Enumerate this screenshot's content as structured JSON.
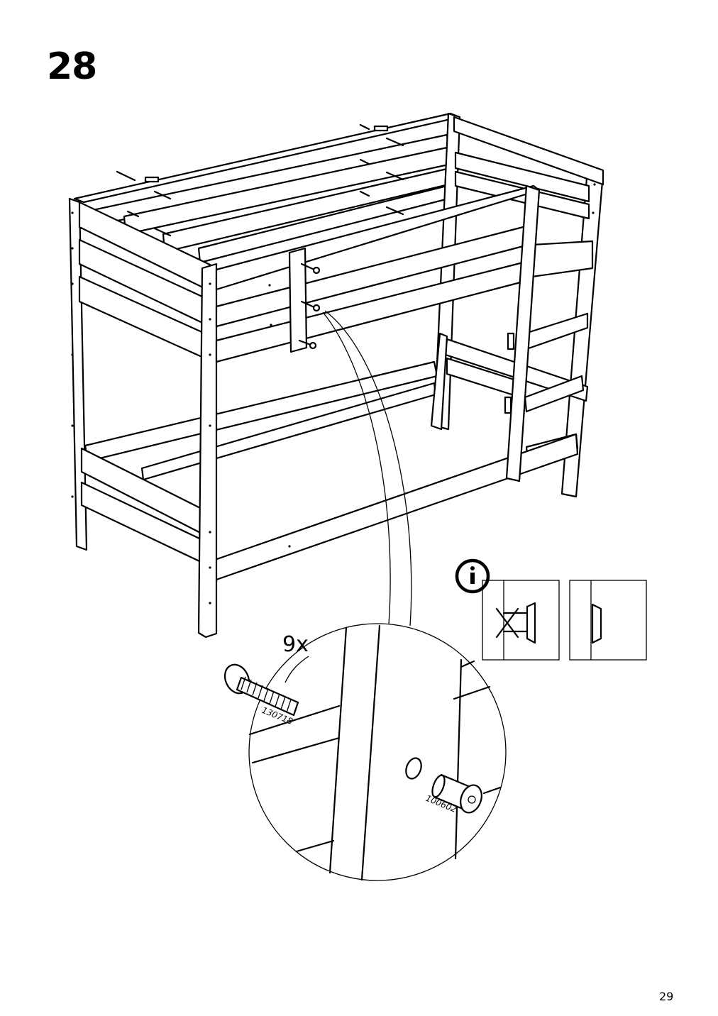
{
  "page": {
    "step_number": "28",
    "page_number": "29"
  },
  "detail": {
    "quantity": "9x",
    "bolt_part_number": "130718",
    "nut_part_number": "100602"
  },
  "info": {
    "icon": "info-icon"
  }
}
